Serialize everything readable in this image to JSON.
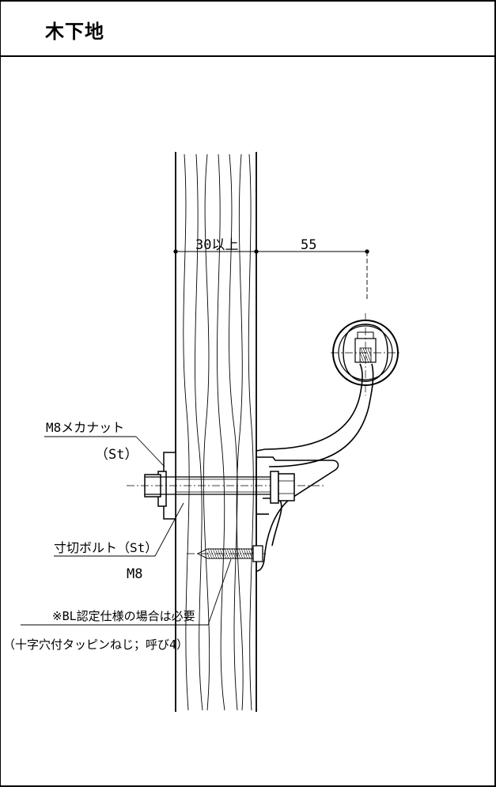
{
  "title": "木下地",
  "dimensions": {
    "wall_min": "30以上",
    "offset": "55"
  },
  "labels": {
    "nut": "M8メカナット",
    "nut_material": "（St）",
    "bolt": "寸切ボルト（St）",
    "bolt_size": "M8",
    "bl_note": "※BL認定仕様の場合は必要",
    "screw_spec": "（十字穴付タッピンねじ；呼び4）"
  }
}
